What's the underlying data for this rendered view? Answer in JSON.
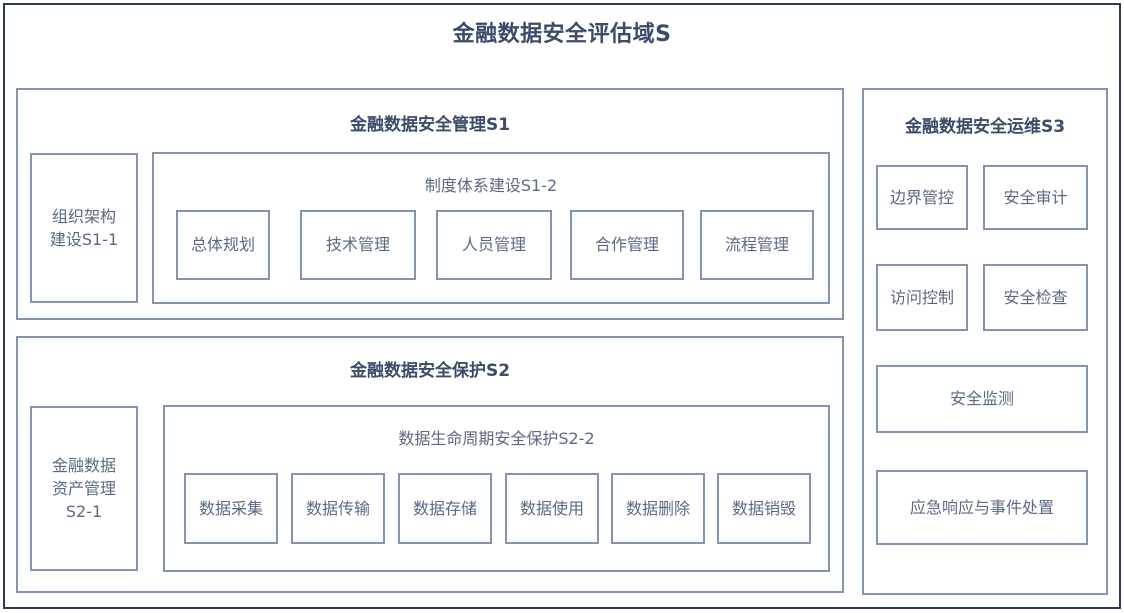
{
  "diagram": {
    "title": "金融数据安全评估域S",
    "sections": [
      {
        "id": "s1",
        "title": "金融数据安全管理S1",
        "left_box": "组织架构\n建设S1-1",
        "sub": {
          "title": "制度体系建设S1-2",
          "items": [
            "总体规划",
            "技术管理",
            "人员管理",
            "合作管理",
            "流程管理"
          ]
        }
      },
      {
        "id": "s2",
        "title": "金融数据安全保护S2",
        "left_box": "金融数据\n资产管理\nS2-1",
        "sub": {
          "title": "数据生命周期安全保护S2-2",
          "items": [
            "数据采集",
            "数据传输",
            "数据存储",
            "数据使用",
            "数据删除",
            "数据销毁"
          ]
        }
      },
      {
        "id": "s3",
        "title": "金融数据安全运维S3",
        "items": [
          "边界管控",
          "安全审计",
          "访问控制",
          "安全检查",
          "安全监测",
          "应急响应与事件处置"
        ]
      }
    ]
  },
  "colors": {
    "frame": "#2b3a55",
    "box_border": "#8494b0",
    "title_text": "#3c4c68",
    "body_text": "#5a6a85",
    "background": "#ffffff"
  }
}
